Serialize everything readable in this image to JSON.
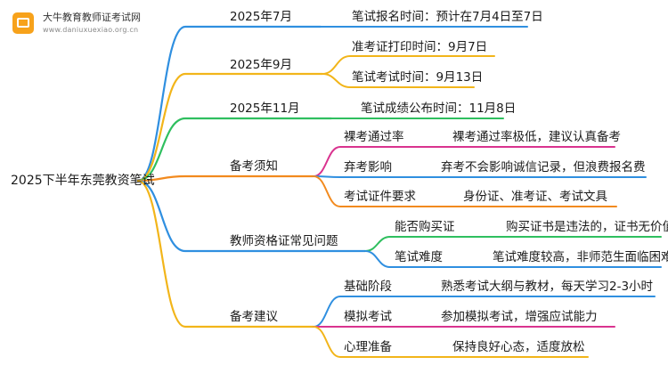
{
  "watermark": {
    "site_name": "大牛教育教师证考试网",
    "site_url": "www.daniuxuexiao.org.cn"
  },
  "root": "2025下半年东莞教资笔试",
  "colors": {
    "blue": "#2f8fe0",
    "yellow": "#f2b51a",
    "green": "#2fbf5f",
    "orange": "#f28a1e",
    "magenta": "#d9338f"
  },
  "branches": [
    {
      "label": "2025年7月",
      "color": "blue",
      "children": [
        {
          "label": "笔试报名时间：预计在7月4日至7日"
        }
      ]
    },
    {
      "label": "2025年9月",
      "color": "yellow",
      "children": [
        {
          "label": "准考证打印时间：9月7日"
        },
        {
          "label": "笔试考试时间：9月13日"
        }
      ]
    },
    {
      "label": "2025年11月",
      "color": "green",
      "children": [
        {
          "label": "笔试成绩公布时间：11月8日"
        }
      ]
    },
    {
      "label": "备考须知",
      "color": "orange",
      "children": [
        {
          "label": "裸考通过率",
          "color": "magenta",
          "detail": "裸考通过率极低，建议认真备考"
        },
        {
          "label": "弃考影响",
          "color": "blue",
          "detail": "弃考不会影响诚信记录，但浪费报名费"
        },
        {
          "label": "考试证件要求",
          "color": "orange",
          "detail": "身份证、准考证、考试文具"
        }
      ]
    },
    {
      "label": "教师资格证常见问题",
      "color": "blue",
      "children": [
        {
          "label": "能否购买证",
          "color": "green",
          "detail": "购买证书是违法的，证书无价值"
        },
        {
          "label": "笔试难度",
          "color": "blue",
          "detail": "笔试难度较高，非师范生面临困难"
        }
      ]
    },
    {
      "label": "备考建议",
      "color": "yellow",
      "children": [
        {
          "label": "基础阶段",
          "color": "blue",
          "detail": "熟悉考试大纲与教材，每天学习2-3小时"
        },
        {
          "label": "模拟考试",
          "color": "magenta",
          "detail": "参加模拟考试，增强应试能力"
        },
        {
          "label": "心理准备",
          "color": "yellow",
          "detail": "保持良好心态，适度放松"
        }
      ]
    }
  ]
}
